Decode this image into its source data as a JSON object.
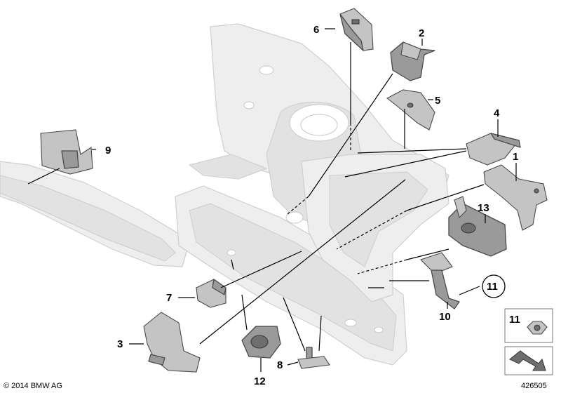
{
  "callouts": {
    "c1": "1",
    "c2": "2",
    "c3": "3",
    "c4": "4",
    "c5": "5",
    "c6": "6",
    "c7": "7",
    "c8": "8",
    "c9": "9",
    "c10": "10",
    "c11": "11",
    "c12": "12",
    "c13": "13"
  },
  "legend": {
    "nut_number": "11"
  },
  "footer": {
    "copyright": "© 2014 BMW AG",
    "image_number": "426505"
  },
  "colors": {
    "part": "#9a9a9a",
    "body": "#eeeeee",
    "leader": "#000000"
  }
}
